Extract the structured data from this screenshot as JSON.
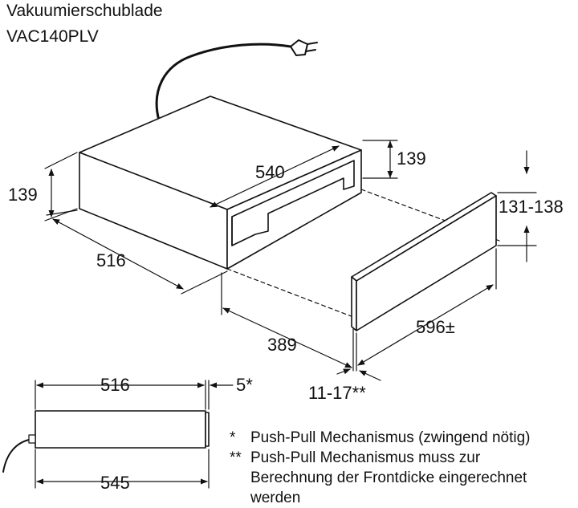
{
  "title": {
    "line1": "Vakuumierschublade",
    "line2": "VAC140PLV"
  },
  "dimensions": {
    "width_540": "540",
    "height_139_right": "139",
    "height_139_left": "139",
    "depth_516": "516",
    "niche_depth_389": "389",
    "front_height": "131-138",
    "front_width": "596±",
    "front_gap": "11-17**",
    "side_depth_516": "516",
    "side_offset": "5*",
    "side_total_545": "545"
  },
  "notes": [
    {
      "mark": "*",
      "text": "Push-Pull Mechanismus (zwingend nötig)"
    },
    {
      "mark": "**",
      "text": "Push-Pull Mechanismus muss zur"
    },
    {
      "mark": "",
      "text": "Berechnung der Frontdicke eingerechnet"
    },
    {
      "mark": "",
      "text": "werden"
    }
  ]
}
